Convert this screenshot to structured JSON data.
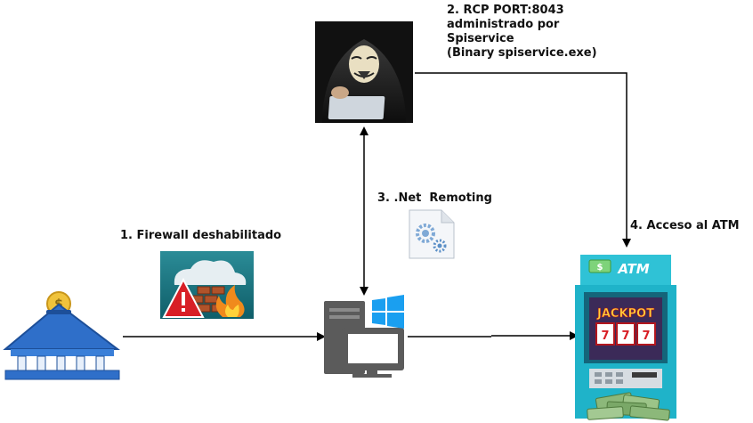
{
  "labels": {
    "step1": "1. Firewall deshabilitado",
    "step2_lines": [
      "2. RCP PORT:8043",
      "administrado por",
      "Spiservice",
      "(Binary spiservice.exe)"
    ],
    "step3": "3. .Net  Remoting",
    "step4": "4. Acceso al ATM"
  },
  "atm": {
    "sign": "ATM",
    "screen": "JACKPOT"
  },
  "icons": {
    "hacker": "hacker-icon",
    "bank": "bank-icon",
    "firewall": "firewall-icon",
    "computer": "computer-icon",
    "windows": "windows-logo-icon",
    "gear_file": "gear-file-icon",
    "atm": "atm-icon"
  },
  "colors": {
    "arrow": "#000000",
    "bank_blue": "#2f6fc9",
    "firewall_bg": "#1a7580",
    "windows_blue": "#1a9ff0",
    "atm_teal": "#1fb3c9",
    "warning_red": "#d81f26",
    "money_green": "#6a9a55"
  }
}
